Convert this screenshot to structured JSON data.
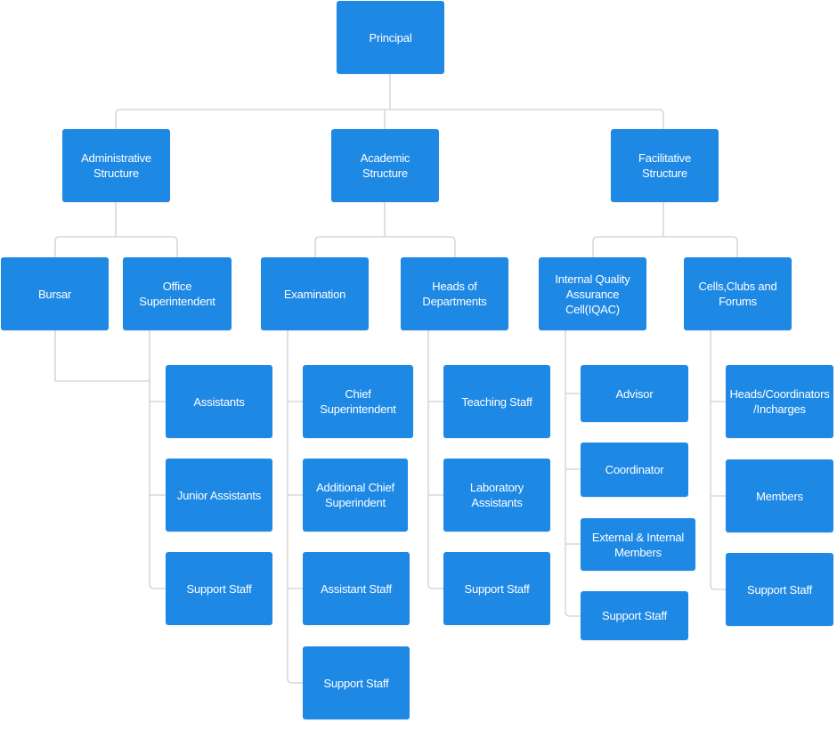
{
  "org_chart": {
    "colors": {
      "box": "#1e88e5",
      "text": "#ffffff",
      "connector": "#d0d0d0"
    },
    "root": {
      "label": "Principal"
    },
    "level1": {
      "administrative": "Administrative\nStructure",
      "academic": "Academic Structure",
      "facilitative": "Facilitative\nStructure"
    },
    "administrative": {
      "bursar": "Bursar",
      "office_superintendent": "Office\nSuperintendent",
      "office_children": [
        "Assistants",
        "Junior Assistants",
        "Support Staff"
      ]
    },
    "academic": {
      "examination": "Examination",
      "heads_of_departments": "Heads of\nDepartments",
      "examination_children": [
        "Chief\nSuperintendent",
        "Additional Chief\nSuperindent",
        "Assistant Staff",
        "Support Staff"
      ],
      "hod_children": [
        "Teaching Staff",
        "Laboratory\nAssistants",
        "Support Staff"
      ]
    },
    "facilitative": {
      "iqac": "Internal Quality\nAssurance\nCell(IQAC)",
      "cells_clubs": "Cells,Clubs and\nForums",
      "iqac_children": [
        "Advisor",
        "Coordinator",
        "External & Internal\nMembers",
        "Support Staff"
      ],
      "cells_children": [
        "Heads/Coordinators\n/Incharges",
        "Members",
        "Support Staff"
      ]
    }
  }
}
